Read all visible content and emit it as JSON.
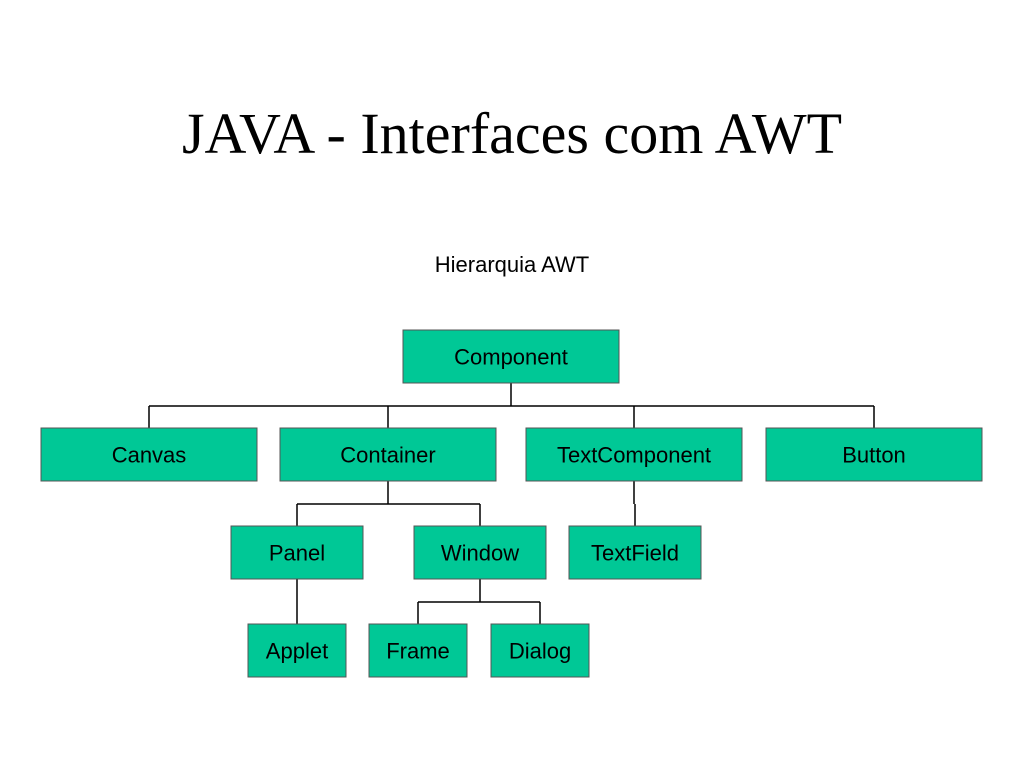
{
  "slide": {
    "title": "JAVA - Interfaces com AWT",
    "subtitle": "Hierarquia AWT"
  },
  "colors": {
    "node_fill": "#00c896",
    "node_border": "#555555",
    "line": "#000000",
    "background": "#ffffff"
  },
  "hierarchy": {
    "root": {
      "label": "Component",
      "children": [
        {
          "label": "Canvas",
          "children": []
        },
        {
          "label": "Container",
          "children": [
            {
              "label": "Panel",
              "children": [
                {
                  "label": "Applet",
                  "children": []
                }
              ]
            },
            {
              "label": "Window",
              "children": [
                {
                  "label": "Frame",
                  "children": []
                },
                {
                  "label": "Dialog",
                  "children": []
                }
              ]
            }
          ]
        },
        {
          "label": "TextComponent",
          "children": [
            {
              "label": "TextField",
              "children": []
            }
          ]
        },
        {
          "label": "Button",
          "children": []
        }
      ]
    }
  }
}
